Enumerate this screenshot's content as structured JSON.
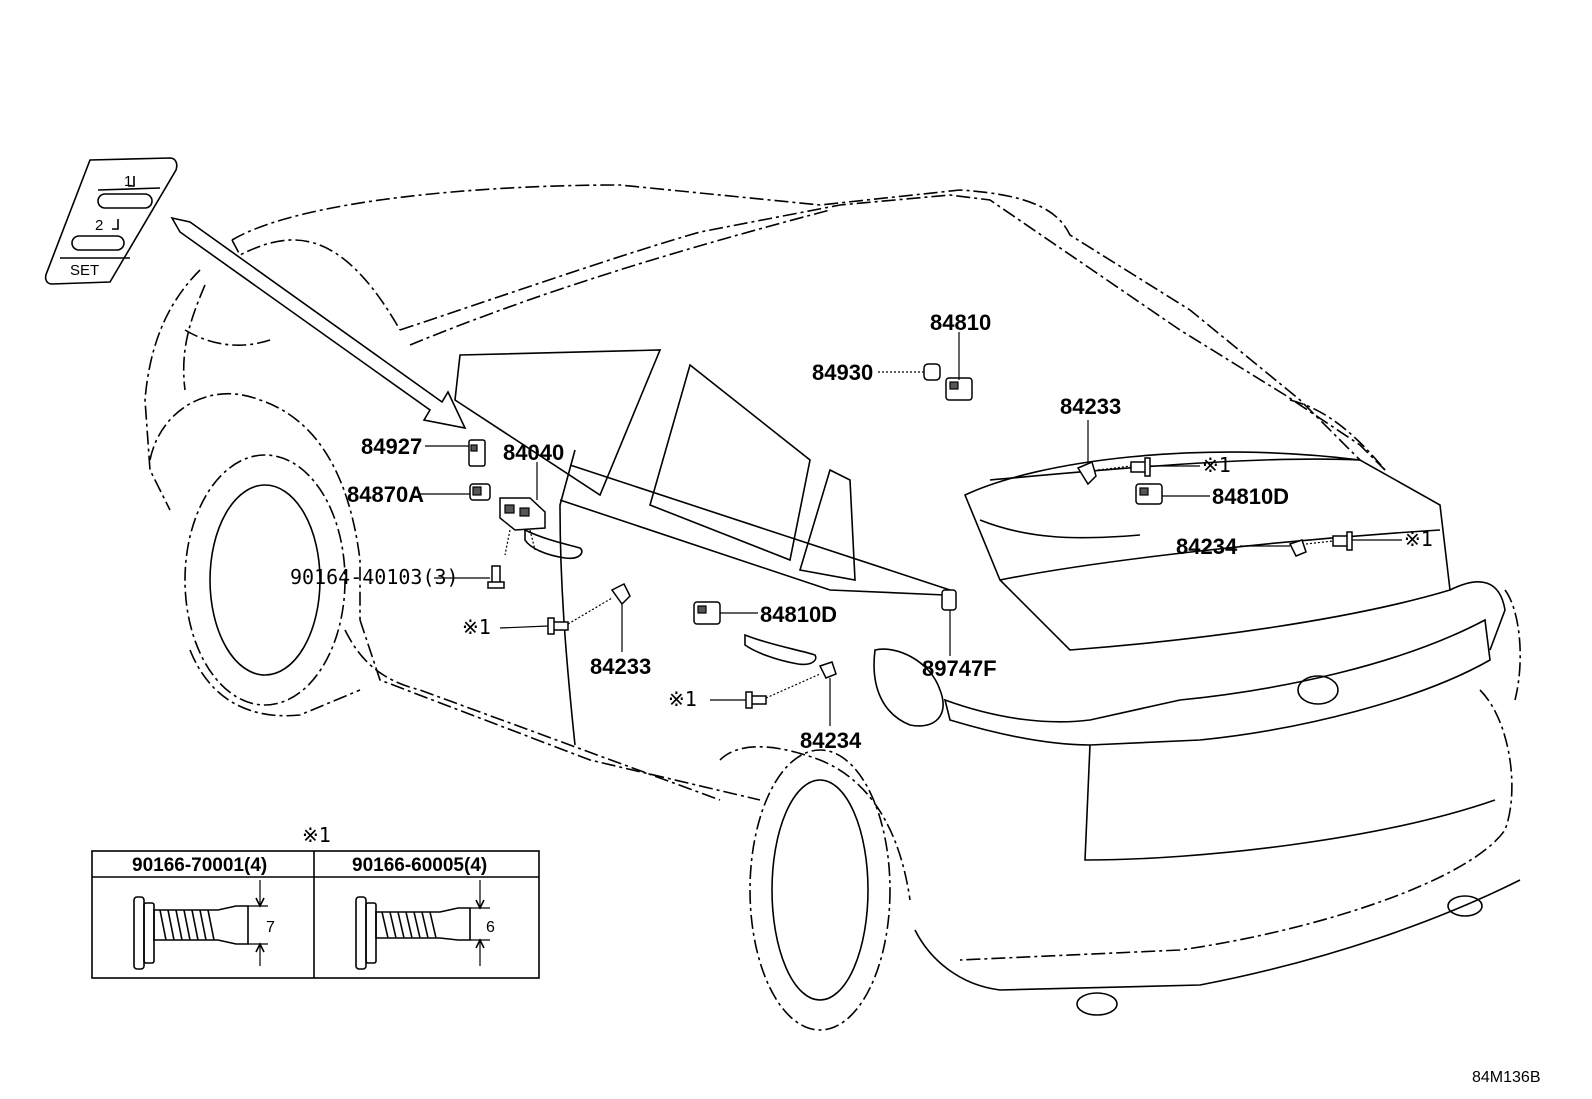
{
  "switch_panel": {
    "button_1": "1",
    "button_2": "2",
    "set_label": "SET"
  },
  "callouts": {
    "p84810_top": "84810",
    "p84930": "84930",
    "p84233_right": "84233",
    "mark_right_1": "※1",
    "p84810D_right": "84810D",
    "p84234_right": "84234",
    "mark_right_2": "※1",
    "p84927": "84927",
    "p84040": "84040",
    "p84870A": "84870A",
    "p90164": "90164-40103(3)",
    "mark_left_1": "※1",
    "p84810D_mid": "84810D",
    "p84233_mid": "84233",
    "p89747F": "89747F",
    "mark_left_2": "※1",
    "p84234_mid": "84234"
  },
  "screw_table": {
    "mark": "※1",
    "col1_header": "90166-70001(4)",
    "col2_header": "90166-60005(4)",
    "col1_dim": "7",
    "col2_dim": "6"
  },
  "figure_code": "84M136B"
}
